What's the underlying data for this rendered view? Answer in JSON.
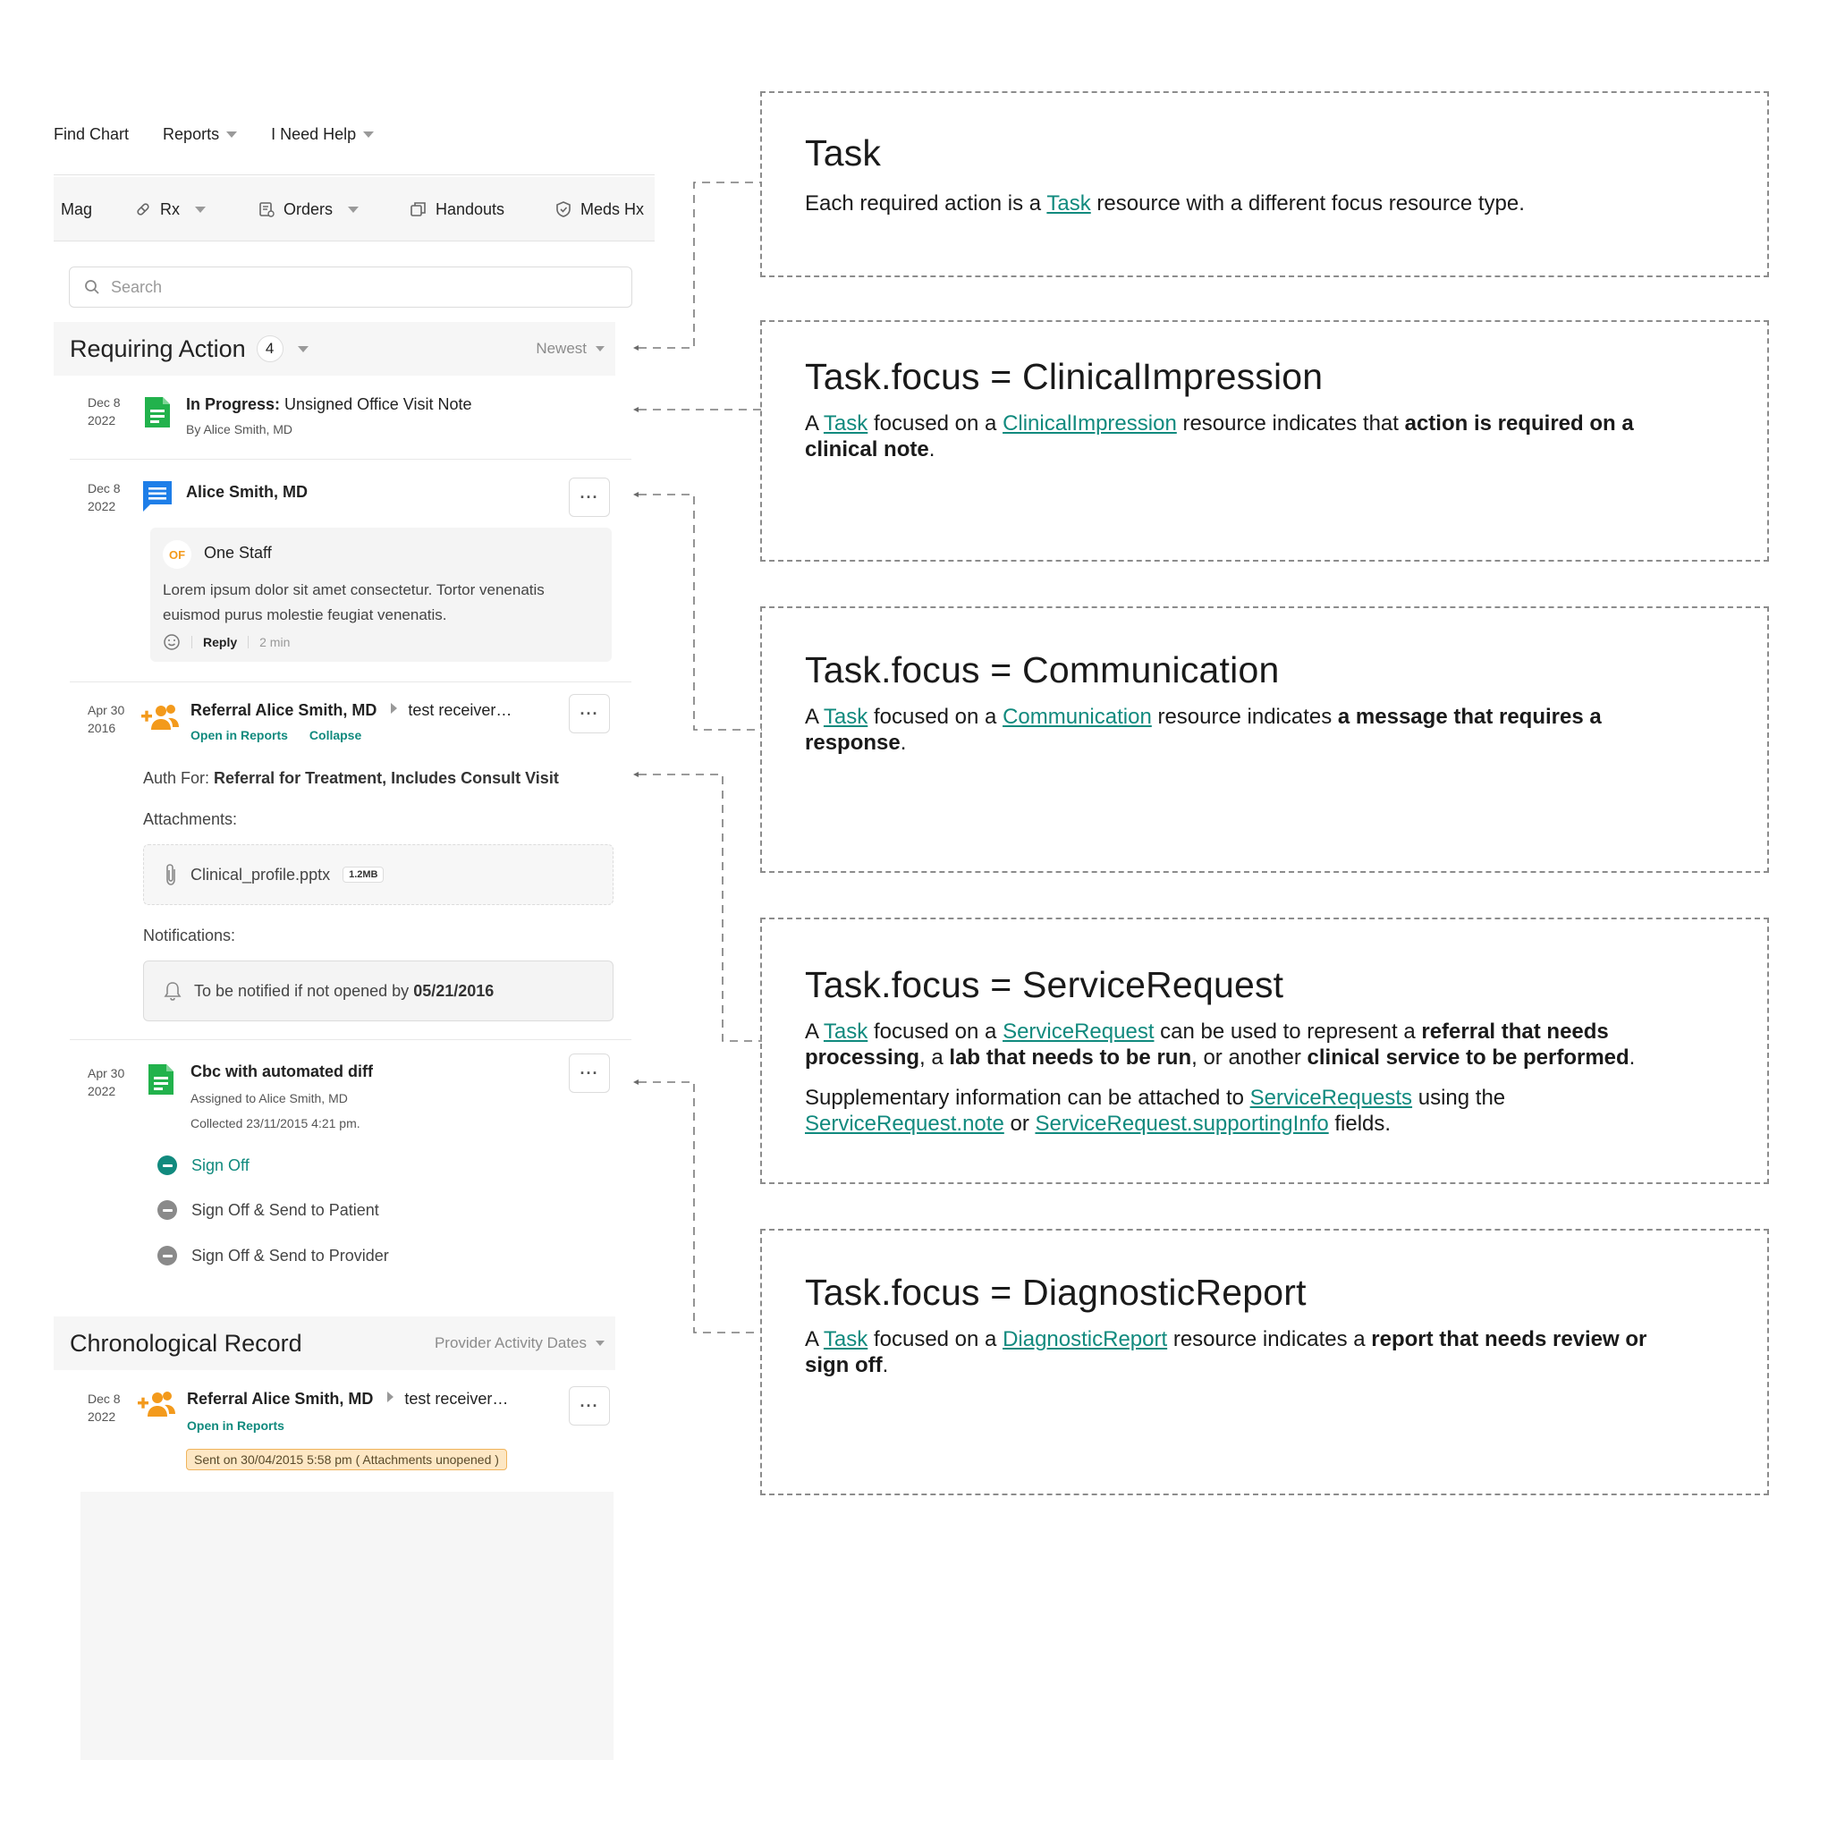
{
  "topnav": {
    "find_chart": "Find Chart",
    "reports": "Reports",
    "help": "I Need Help"
  },
  "toolbar": {
    "mag": "Mag",
    "rx": "Rx",
    "orders": "Orders",
    "handouts": "Handouts",
    "meds_hx": "Meds Hx"
  },
  "search": {
    "placeholder": "Search"
  },
  "requiring": {
    "title": "Requiring Action",
    "count": "4",
    "sort": "Newest"
  },
  "items": [
    {
      "date": "Dec 8",
      "year": "2022",
      "status": "In Progress:",
      "title": "Unsigned Office Visit Note",
      "by": "By Alice Smith, MD"
    },
    {
      "date": "Dec 8",
      "year": "2022",
      "title": "Alice Smith, MD",
      "comment": {
        "initials": "OF",
        "author": "One Staff",
        "text": "Lorem ipsum dolor sit amet consectetur. Tortor venenatis euismod purus molestie feugiat venenatis.",
        "reply": "Reply",
        "time": "2 min"
      }
    },
    {
      "date": "Apr 30",
      "year": "2016",
      "title": "Referral Alice Smith, MD",
      "receiver": "test receiver…",
      "open_reports": "Open in Reports",
      "collapse": "Collapse",
      "auth_for_label": "Auth For:",
      "auth_for_value": "Referral for Treatment, Includes Consult Visit",
      "attachments_label": "Attachments:",
      "attachment_name": "Clinical_profile.pptx",
      "attachment_size": "1.2MB",
      "notifications_label": "Notifications:",
      "notify_text": "To be notified if not opened by",
      "notify_date": "05/21/2016"
    },
    {
      "date": "Apr 30",
      "year": "2022",
      "title": "Cbc with automated diff",
      "assigned": "Assigned to Alice Smith, MD",
      "collected": "Collected 23/11/2015 4:21 pm.",
      "actions": [
        "Sign Off",
        "Sign Off & Send to Patient",
        "Sign Off & Send to Provider"
      ]
    }
  ],
  "chronological": {
    "title": "Chronological Record",
    "sort": "Provider Activity Dates",
    "item": {
      "date": "Dec 8",
      "year": "2022",
      "title": "Referral Alice Smith, MD",
      "receiver": "test receiver…",
      "open_reports": "Open in Reports",
      "sent": "Sent on 30/04/2015 5:58 pm ( Attachments unopened )"
    }
  },
  "annotations": {
    "task": {
      "title": "Task",
      "p1_a": "Each required action is a ",
      "link": "Task",
      "p1_b": " resource with a different focus resource type."
    },
    "clinical": {
      "title": "Task.focus = ClinicalImpression",
      "a": "A ",
      "l1": "Task",
      "b": " focused on a ",
      "l2": "ClinicalImpression",
      "c": " resource indicates that ",
      "bold": "action is required on a clinical note",
      "d": "."
    },
    "communication": {
      "title": "Task.focus = Communication",
      "a": "A ",
      "l1": "Task",
      "b": " focused on a ",
      "l2": "Communication",
      "c": " resource indicates ",
      "bold": "a message that requires a response",
      "d": "."
    },
    "service": {
      "title": "Task.focus = ServiceRequest",
      "a": "A ",
      "l1": "Task",
      "b": " focused on a ",
      "l2": "ServiceRequest",
      "c": " can be used to represent a ",
      "bold1": "referral that needs processing",
      "d": ", a ",
      "bold2": "lab that needs to be run",
      "e": ", or another ",
      "bold3": "clinical service to be performed",
      "f": ".",
      "p2_a": "Supplementary information can be attached to ",
      "p2_l1": "ServiceRequests",
      "p2_b": " using the ",
      "p2_l2": "ServiceRequest.note",
      "p2_c": " or ",
      "p2_l3": "ServiceRequest.supportingInfo",
      "p2_d": " fields."
    },
    "diagnostic": {
      "title": "Task.focus = DiagnosticReport",
      "a": "A ",
      "l1": "Task",
      "b": " focused on a ",
      "l2": "DiagnosticReport",
      "c": " resource indicates a ",
      "bold": "report that needs review or sign off",
      "d": "."
    }
  },
  "colors": {
    "accent": "#118a7e",
    "green_doc": "#22b24c",
    "blue_msg": "#1e7ee8",
    "orange_referral": "#f39a1c"
  }
}
